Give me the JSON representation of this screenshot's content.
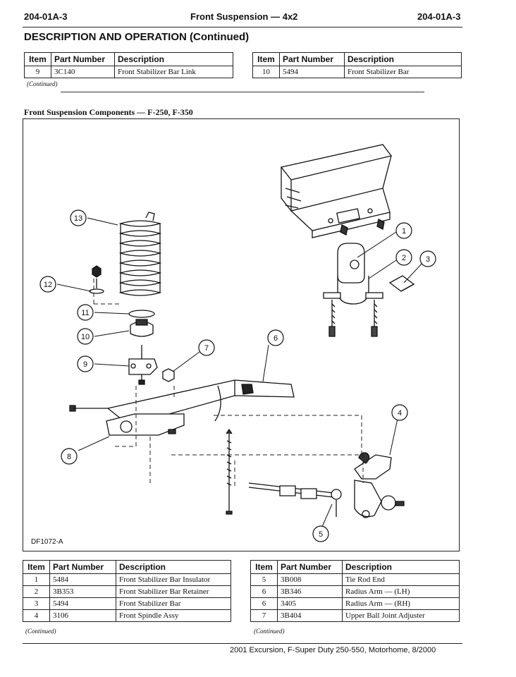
{
  "header": {
    "left": "204-01A-3",
    "center": "Front Suspension — 4x2",
    "right": "204-01A-3"
  },
  "section_title": "DESCRIPTION AND OPERATION (Continued)",
  "columns": {
    "item": "Item",
    "part_number": "Part Number",
    "description": "Description"
  },
  "top_table_left": [
    {
      "item": "9",
      "part": "3C140",
      "desc": "Front Stabilizer Bar Link"
    }
  ],
  "top_table_right": [
    {
      "item": "10",
      "part": "5494",
      "desc": "Front Stabilizer Bar"
    }
  ],
  "continued": "(Continued)",
  "figure": {
    "caption": "Front Suspension Components — F-250, F-350",
    "id": "DF1072-A",
    "callouts": [
      "1",
      "2",
      "3",
      "4",
      "5",
      "6",
      "7",
      "8",
      "9",
      "10",
      "11",
      "12",
      "13"
    ]
  },
  "bottom_table_left": [
    {
      "item": "1",
      "part": "5484",
      "desc": "Front Stabilizer Bar Insulator"
    },
    {
      "item": "2",
      "part": "3B353",
      "desc": "Front Stabilizer Bar Retainer"
    },
    {
      "item": "3",
      "part": "5494",
      "desc": "Front Stabilizer Bar"
    },
    {
      "item": "4",
      "part": "3106",
      "desc": "Front Spindle Assy"
    }
  ],
  "bottom_table_right": [
    {
      "item": "5",
      "part": "3B008",
      "desc": "Tie Rod End"
    },
    {
      "item": "6",
      "part": "3B346",
      "desc": "Radius Arm — (LH)"
    },
    {
      "item": "6",
      "part": "3405",
      "desc": "Radius Arm — (RH)"
    },
    {
      "item": "7",
      "part": "3B404",
      "desc": "Upper Ball Joint Adjuster"
    }
  ],
  "footer": "2001 Excursion, F-Super Duty 250-550, Motorhome, 8/2000"
}
